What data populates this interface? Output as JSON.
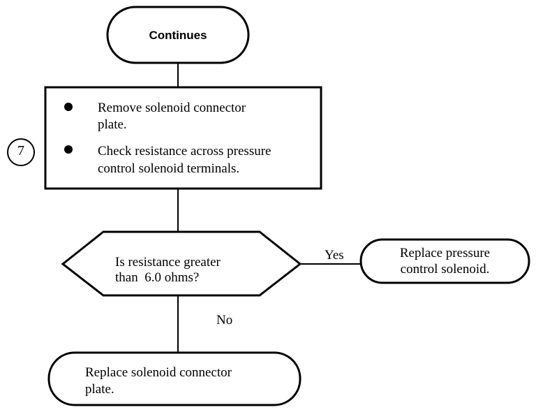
{
  "nodes": {
    "start": {
      "label": "Continues"
    },
    "step7": {
      "number": "7",
      "bullets": [
        {
          "line1": "Remove solenoid connector",
          "line2": "plate."
        },
        {
          "line1": "Check resistance across pressure",
          "line2": "control solenoid terminals."
        }
      ]
    },
    "decision": {
      "line1": "Is resistance greater",
      "line2": "than  6.0 ohms?"
    },
    "yes_result": {
      "line1": "Replace pressure",
      "line2": "control solenoid."
    },
    "no_result": {
      "line1": "Replace solenoid connector",
      "line2": "plate."
    }
  },
  "edges": {
    "yes_label": "Yes",
    "no_label": "No"
  }
}
